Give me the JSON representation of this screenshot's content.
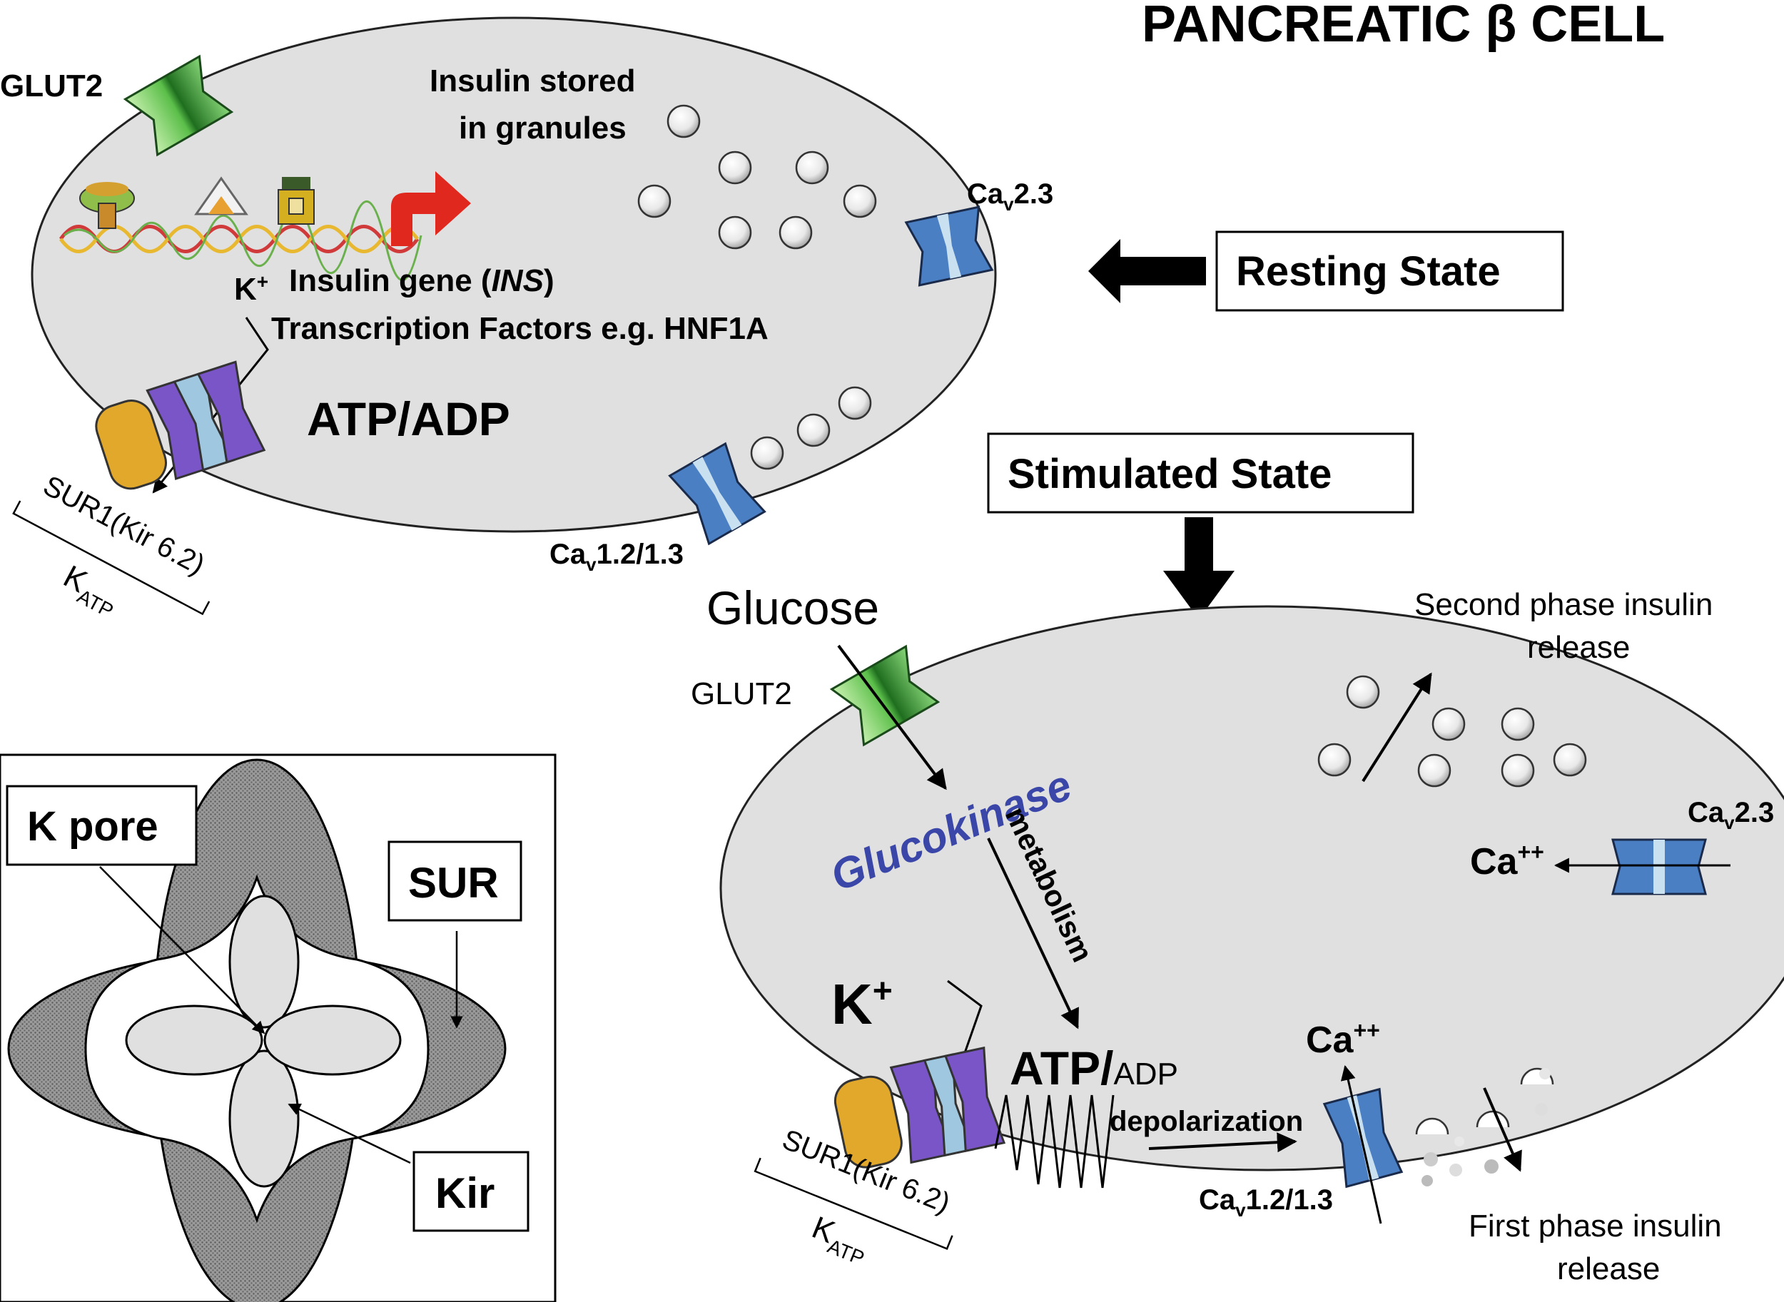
{
  "title": "PANCREATIC β CELL",
  "resting": {
    "state_label": "Resting State",
    "glut2": "GLUT2",
    "granules_line1": "Insulin stored",
    "granules_line2": "in granules",
    "cav23": {
      "main": "Ca",
      "sub": "v",
      "rest": "2.3"
    },
    "cav12": {
      "main": "Ca",
      "sub": "v",
      "rest": "1.2/1.3"
    },
    "k_ion": {
      "main": "K",
      "sup": "+"
    },
    "gene_pre": "Insulin gene (",
    "gene_italic": "INS",
    "gene_post": ")",
    "transcription": "Transcription Factors e.g. HNF1A",
    "atp_adp": "ATP/ADP",
    "sur1": "SUR1(Kir 6.2)",
    "katp": {
      "main": "K",
      "sub": "ATP"
    }
  },
  "stimulated": {
    "state_label": "Stimulated State",
    "glucose": "Glucose",
    "glut2": "GLUT2",
    "glucokinase": "Glucokinase",
    "metabolism": "metabolism",
    "k_ion": {
      "main": "K",
      "sup": "+"
    },
    "atp": "ATP/",
    "adp": "ADP",
    "depolarization": "depolarization",
    "ca_top": {
      "main": "Ca",
      "sup": "++"
    },
    "ca_right": {
      "main": "Ca",
      "sup": "++"
    },
    "cav23": {
      "main": "Ca",
      "sub": "v",
      "rest": "2.3"
    },
    "cav12": {
      "main": "Ca",
      "sub": "v",
      "rest": "1.2/1.3"
    },
    "sur1": "SUR1(Kir 6.2)",
    "katp": {
      "main": "K",
      "sub": "ATP"
    },
    "second_phase_line1": "Second phase insulin",
    "second_phase_line2": "release",
    "first_phase_line1": "First phase insulin",
    "first_phase_line2": "release"
  },
  "inset": {
    "k_pore": "K pore",
    "sur": "SUR",
    "kir": "Kir"
  },
  "colors": {
    "cell_fill": "#e0e0e0",
    "glut2": "#7fd66a",
    "sur1": "#e2a82c",
    "kir": "#7a55c8",
    "kir_light": "#9fc8e0",
    "cav": "#4a7fc4",
    "arrow_red": "#e0281e",
    "glucokinase": "#3a46a8"
  }
}
